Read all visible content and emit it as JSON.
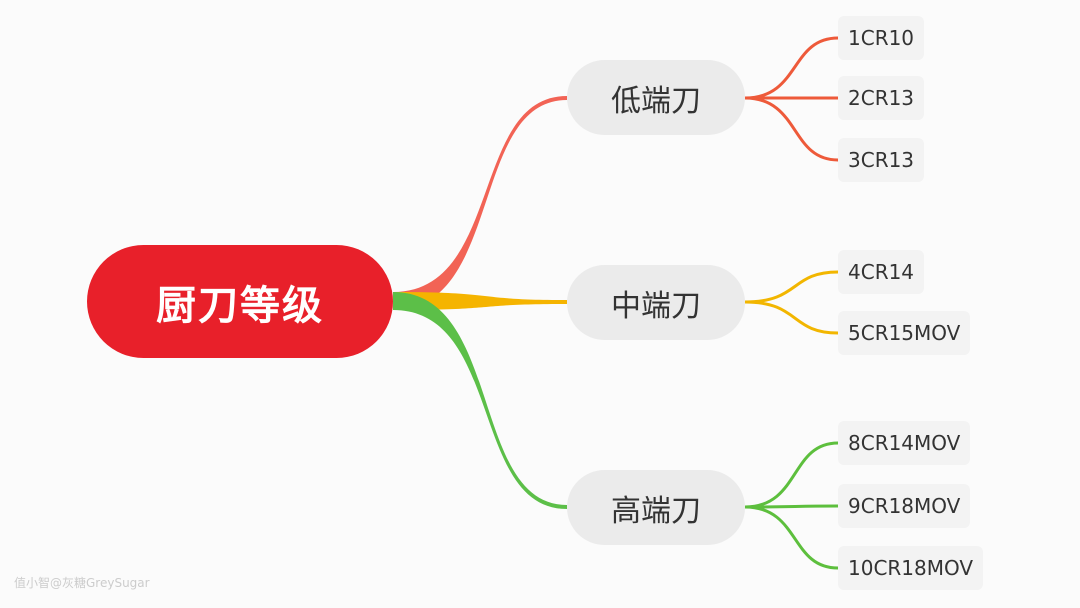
{
  "root": {
    "label": "厨刀等级",
    "color": "#e8202a"
  },
  "branches": [
    {
      "label": "低端刀",
      "color": "#f26355",
      "leaf_color": "#ee5a3a",
      "leaves": [
        "1CR10",
        "2CR13",
        "3CR13"
      ]
    },
    {
      "label": "中端刀",
      "color": "#f5b400",
      "leaf_color": "#f2b600",
      "leaves": [
        "4CR14",
        "5CR15MOV"
      ]
    },
    {
      "label": "高端刀",
      "color": "#5cbf48",
      "leaf_color": "#5dbf3d",
      "leaves": [
        "8CR14MOV",
        "9CR18MOV",
        "10CR18MOV"
      ]
    }
  ],
  "watermark": "值小智@灰糖GreySugar"
}
